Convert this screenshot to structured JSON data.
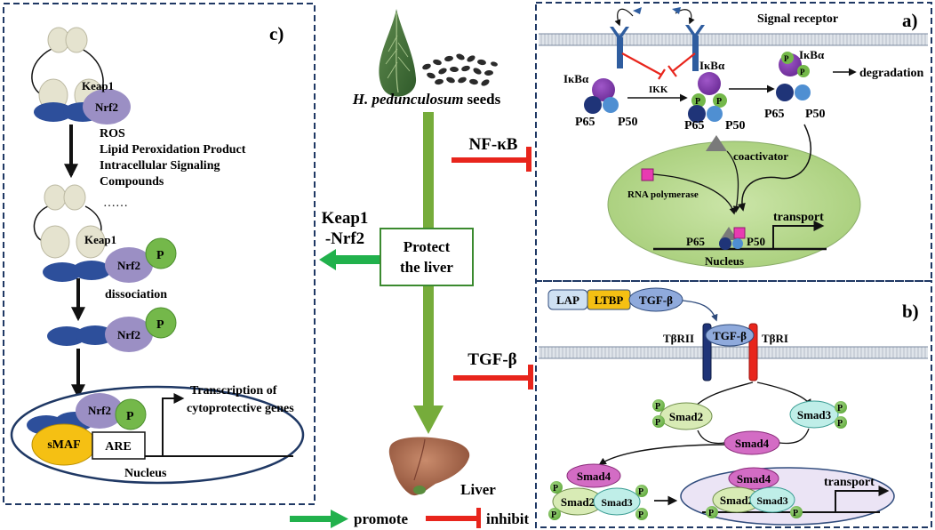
{
  "panels": {
    "a": {
      "tag": "a)",
      "signal_receptor": "Signal receptor",
      "ikba": "IκBα",
      "ikk": "IKK",
      "p_glyph": "P",
      "p65": "P65",
      "p50": "P50",
      "degradation": "degradation",
      "coactivator": "coactivator",
      "rna_polymerase": "RNA polymerase",
      "transport": "transport",
      "nucleus": "Nucleus"
    },
    "b": {
      "tag": "b)",
      "lap": "LAP",
      "ltbp": "LTBP",
      "tgfb": "TGF-β",
      "tbrii": "TβRII",
      "tbri": "TβRI",
      "smad2": "Smad2",
      "smad3": "Smad3",
      "smad4": "Smad4",
      "transport": "transport"
    },
    "c": {
      "tag": "c)",
      "keap1": "Keap1",
      "nrf2": "Nrf2",
      "triggers": [
        "ROS",
        "Lipid Peroxidation Product",
        "Intracellular Signaling",
        "Compounds"
      ],
      "ellipsis": "……",
      "dissociation": "dissociation",
      "transcription": [
        "Transcription of",
        "cytoprotective genes"
      ],
      "smaf": "sMAF",
      "are": "ARE",
      "nucleus": "Nucleus"
    }
  },
  "center": {
    "seeds_species": "H. pedunculosum",
    "seeds_word": "seeds",
    "protect": [
      "Protect",
      "the liver"
    ],
    "nfkb": "NF-κB",
    "keap1_nrf2": [
      "Keap1",
      "-Nrf2"
    ],
    "tgfb": "TGF-β",
    "liver": "Liver"
  },
  "legend": {
    "promote": "promote",
    "inhibit": "inhibit"
  },
  "colors": {
    "stem_green": "#76ac3b",
    "promote_green": "#21b14c",
    "inhibit_red": "#e8251c",
    "dash_border": "#1f3864",
    "nrf2_purple": "#9b8fc4",
    "keap1_beige": "#e5e3cf",
    "dark_blue_oval": "#2d4f9b",
    "p_green": "#74b84a",
    "nucleus_green": "#b9d98f",
    "smaf_yellow": "#f5c013",
    "smad4_pink": "#d36cc4"
  }
}
